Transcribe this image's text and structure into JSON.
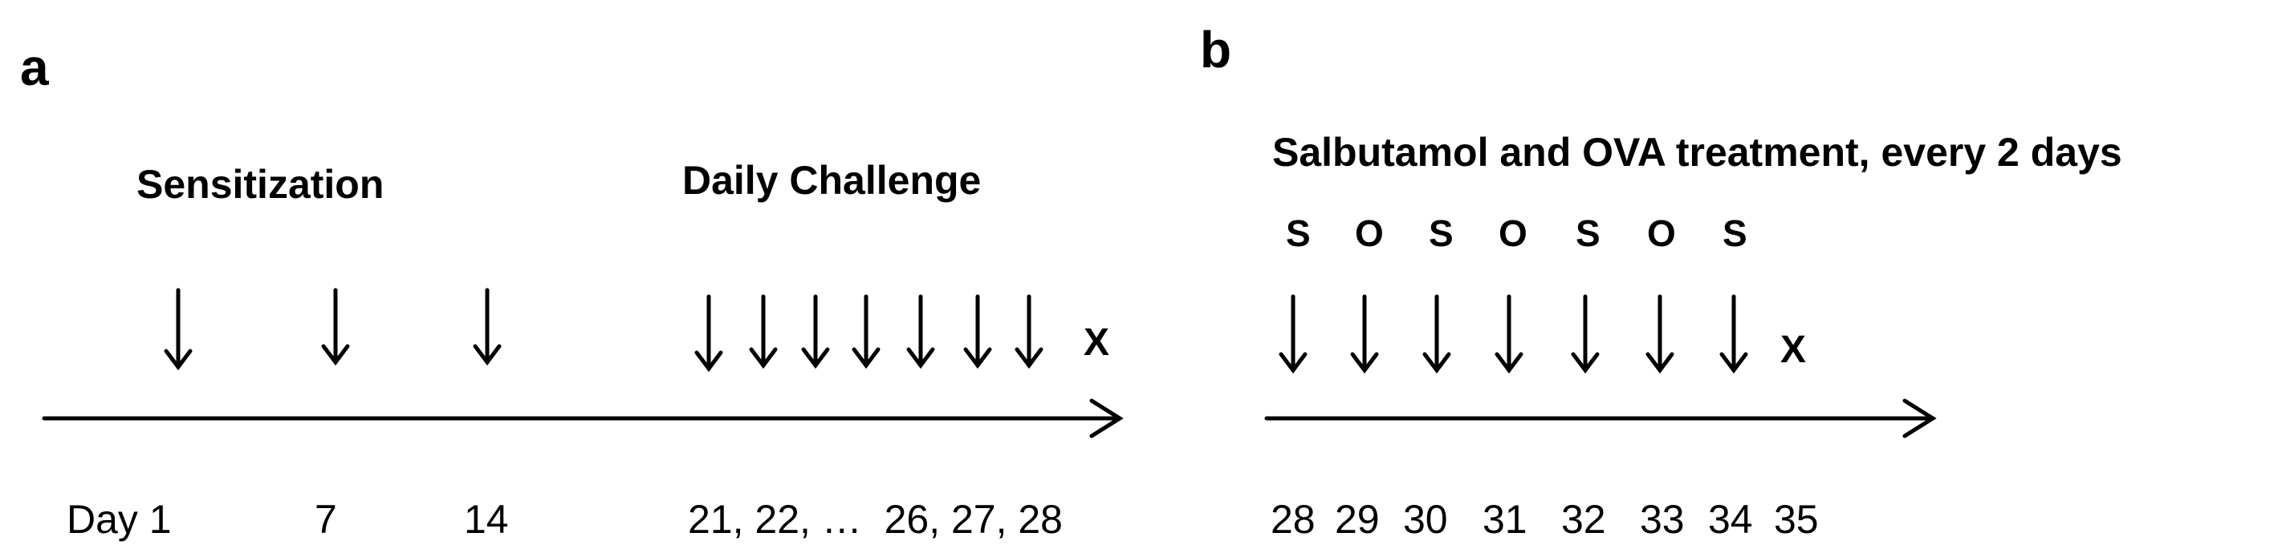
{
  "panel_a": {
    "letter": "a",
    "sensitization_title": "Sensitization",
    "challenge_title": "Daily Challenge",
    "end_marker": "X",
    "days": {
      "d1": "Day 1",
      "d7": "7",
      "d14": "14",
      "d21_28": "21, 22, …  26, 27, 28"
    }
  },
  "panel_b": {
    "letter": "b",
    "title": "Salbutamol and OVA treatment, every 2 days",
    "treatments": [
      "S",
      "O",
      "S",
      "O",
      "S",
      "O",
      "S"
    ],
    "end_marker": "X",
    "days": [
      "28",
      "29",
      "30",
      "31",
      "32",
      "33",
      "34",
      "35"
    ]
  }
}
